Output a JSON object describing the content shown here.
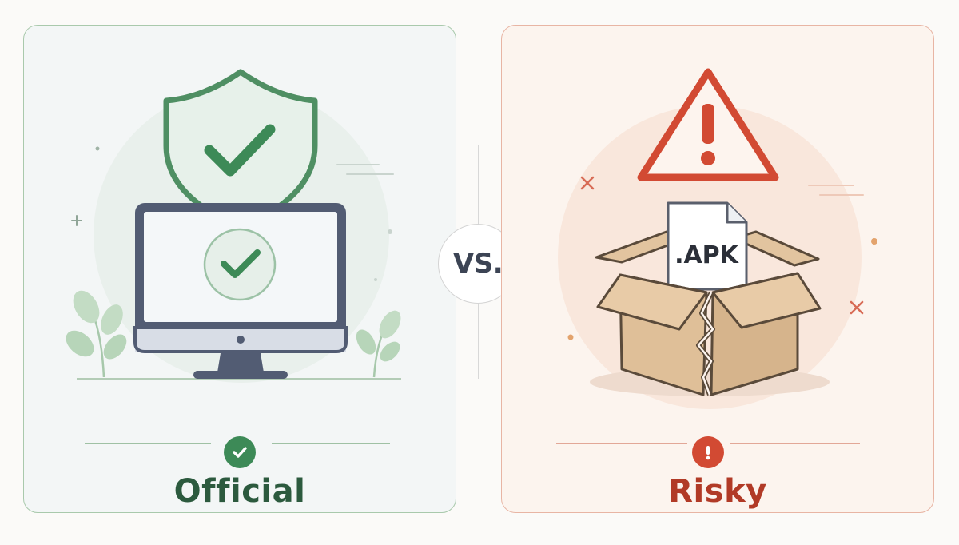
{
  "left_panel": {
    "label": "Official",
    "colors": {
      "accent": "#3d8a57",
      "text": "#2c5a3e",
      "border": "#a9c9ac"
    }
  },
  "center": {
    "vs_label": "VS."
  },
  "right_panel": {
    "label": "Risky",
    "file_label": ".APK",
    "colors": {
      "accent": "#d24a33",
      "text": "#b13a26",
      "border": "#e8b5a4"
    }
  }
}
